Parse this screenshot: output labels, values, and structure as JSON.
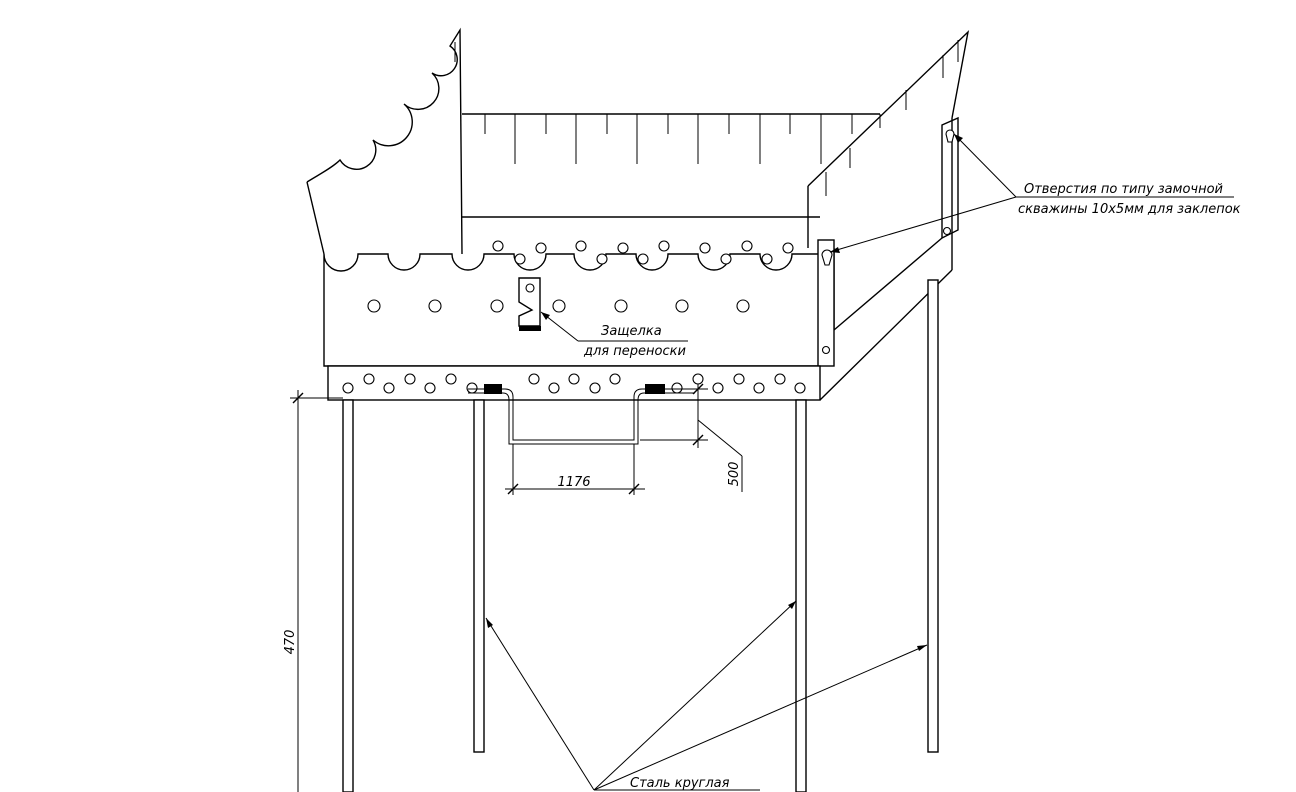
{
  "labels": {
    "holes_note_line1": "Отверстия по типу замочной",
    "holes_note_line2": "скважины 10х5мм для заклепок",
    "latch_note_line1": "Защелка",
    "latch_note_line2": "для переноски",
    "steel_note": "Сталь круглая"
  },
  "dimensions": {
    "handle_width": "1176",
    "handle_depth": "500",
    "leg_height": "470"
  },
  "colors": {
    "line": "#000000",
    "background": "#ffffff"
  }
}
